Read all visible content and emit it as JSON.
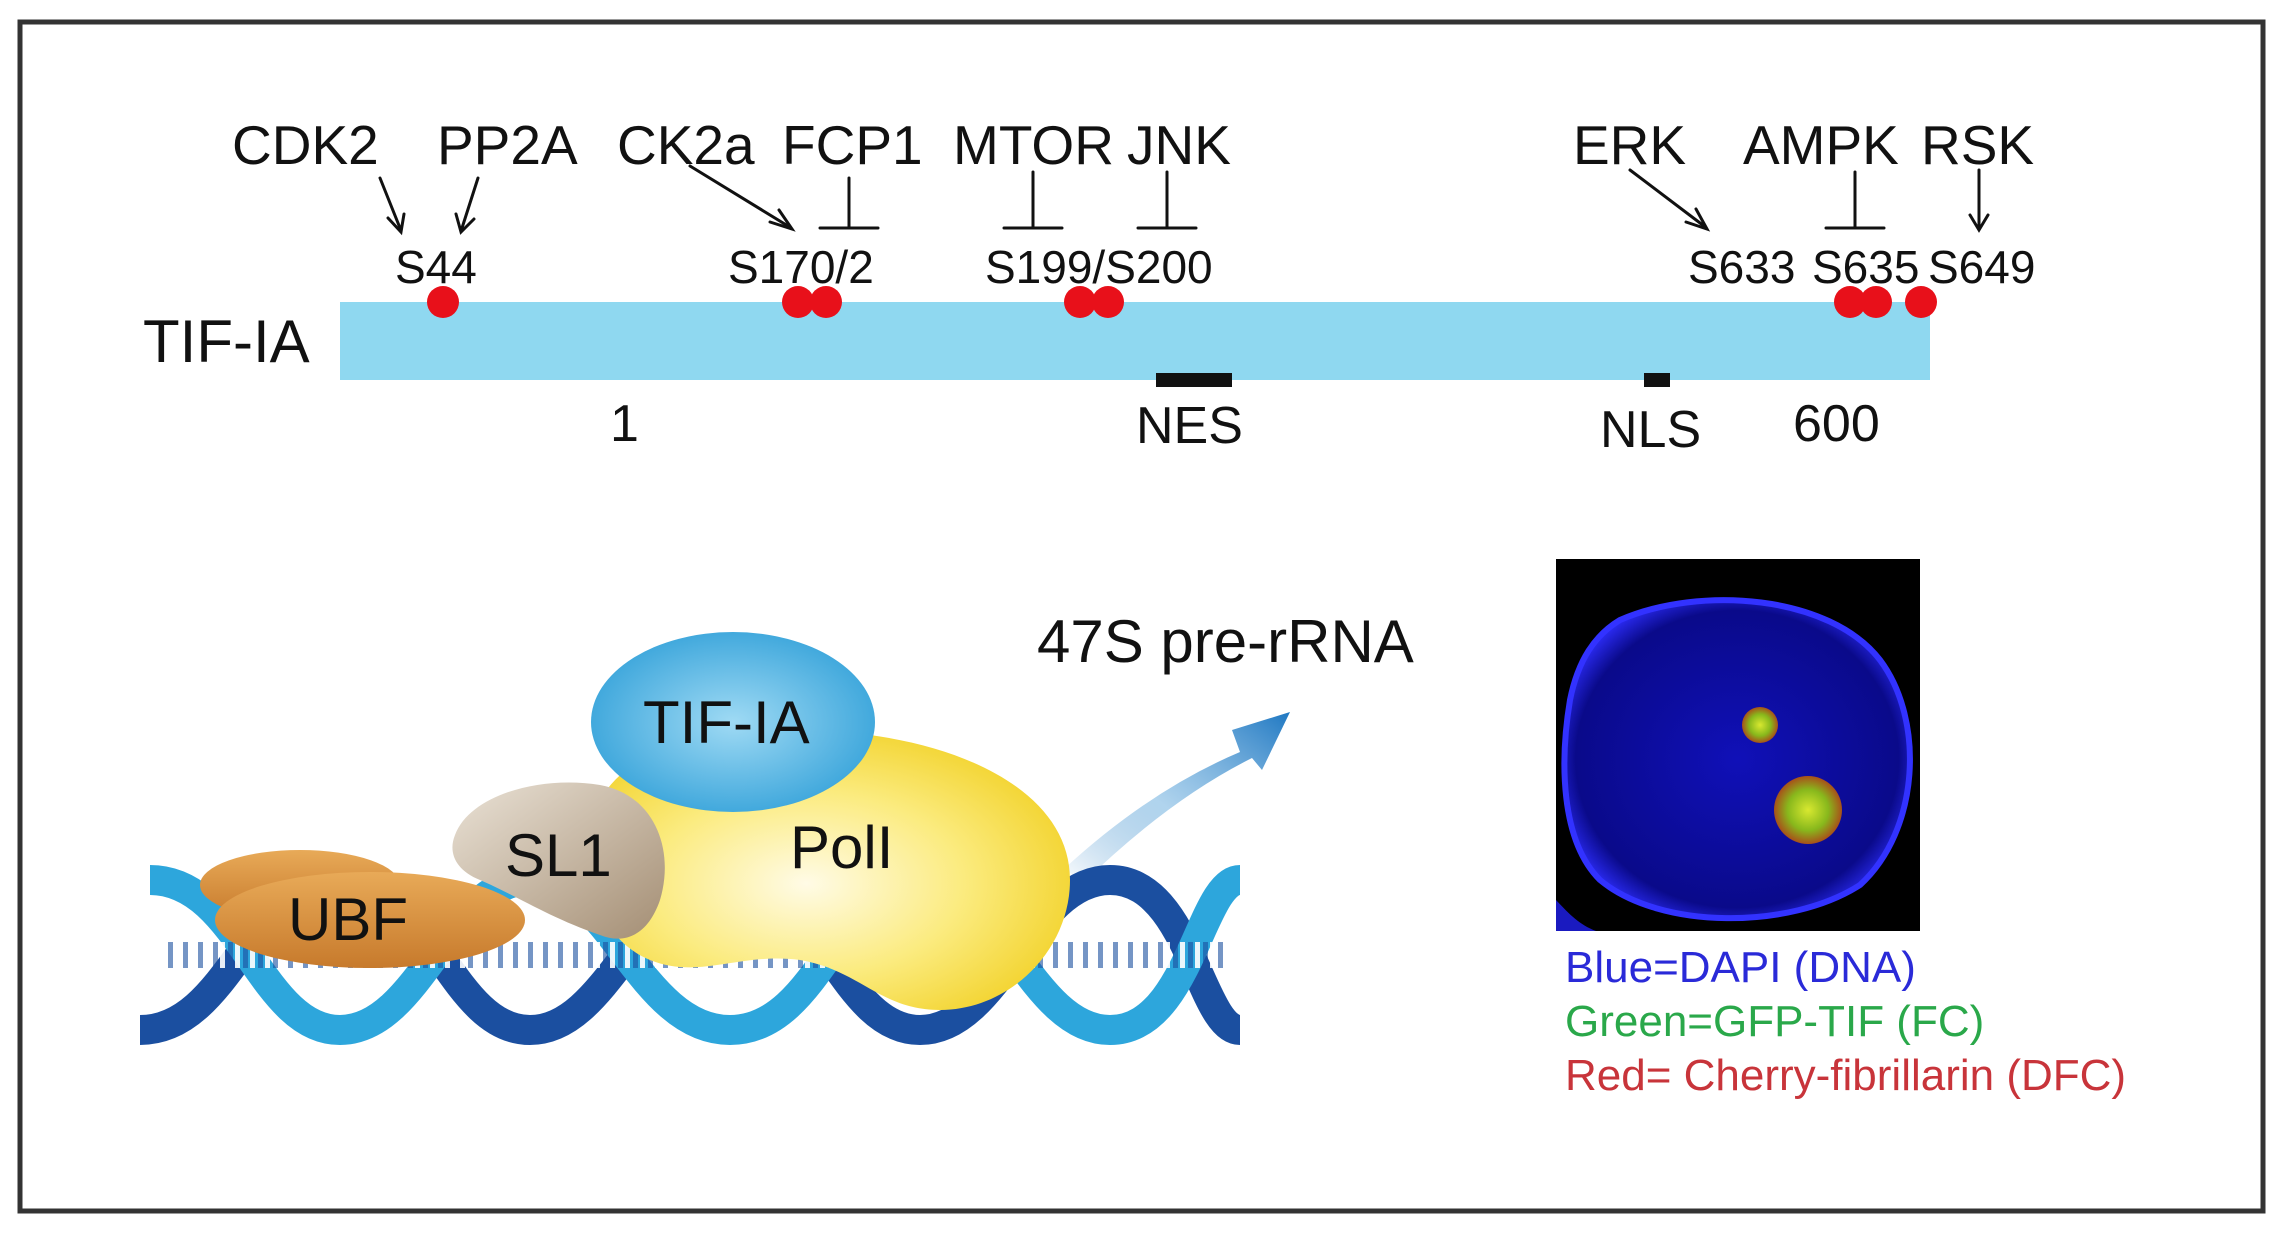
{
  "protein_label": "TIF-IA",
  "kinases": [
    {
      "label": "CDK2",
      "effect": "activating"
    },
    {
      "label": "PP2A",
      "effect": "activating"
    },
    {
      "label": "CK2a",
      "effect": "activating"
    },
    {
      "label": "FCP1",
      "effect": "inhibitory"
    },
    {
      "label": "MTOR",
      "effect": "inhibitory"
    },
    {
      "label": "JNK",
      "effect": "inhibitory"
    },
    {
      "label": "ERK",
      "effect": "activating"
    },
    {
      "label": "AMPK",
      "effect": "inhibitory"
    },
    {
      "label": "RSK",
      "effect": "activating"
    }
  ],
  "sites": [
    "S44",
    "S170/2",
    "S199/S200",
    "S633",
    "S635",
    "S649"
  ],
  "positions": {
    "start": "1",
    "end": "600"
  },
  "domains": {
    "nes": "NES",
    "nls": "NLS"
  },
  "complex": {
    "tif": "TIF-IA",
    "sl1": "SL1",
    "ubf": "UBF",
    "pol": "PolI",
    "product": "47S pre-rRNA"
  },
  "legend": [
    {
      "text": "Blue=DAPI (DNA)",
      "color": "#2a2ad8"
    },
    {
      "text": "Green=GFP-TIF (FC)",
      "color": "#2aa84a"
    },
    {
      "text": "Red= Cherry-fibrillarin (DFC)",
      "color": "#c8343a"
    }
  ],
  "colors": {
    "bar": "#8fd8f0",
    "site_dot": "#e8101a",
    "tif_oval": "#3aa6dc",
    "sl1": "#b39f88",
    "ubf": "#d98f3c",
    "pol": "#f7e04a",
    "dna_dark": "#1b4fa0",
    "dna_light": "#2da6dc",
    "arrow": "#2a7fc4",
    "frame": "#333333"
  }
}
